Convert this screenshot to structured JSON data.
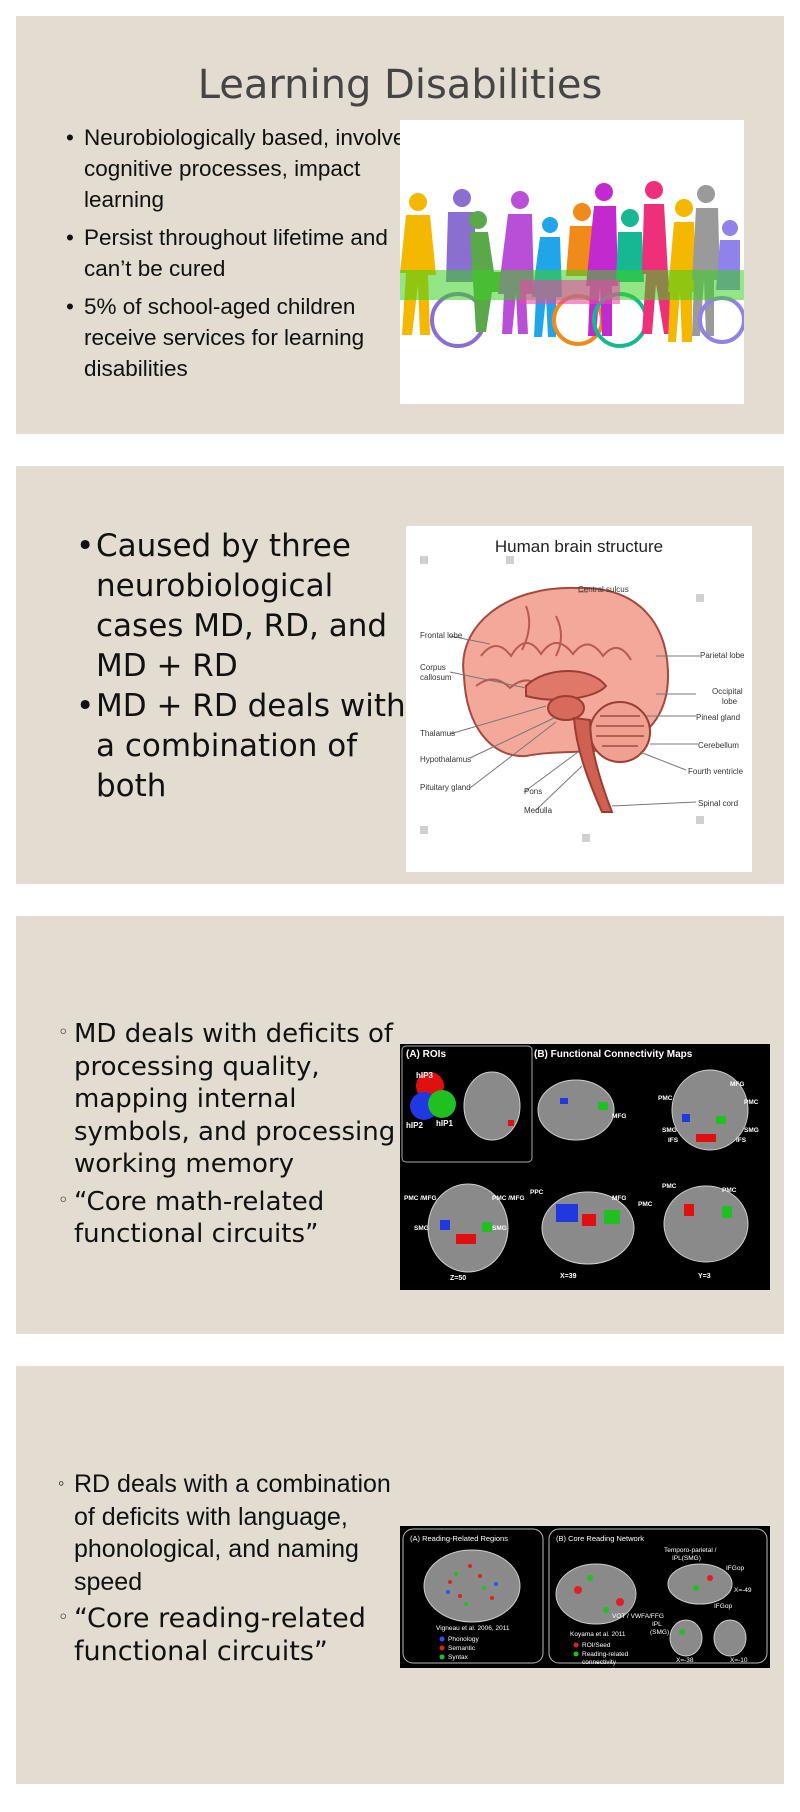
{
  "slides": [
    {
      "title": "Learning Disabilities",
      "bullets": [
        "Neurobiologically based, involve cognitive processes, impact learning",
        "Persist throughout lifetime and can’t be cured",
        "5% of school-aged children receive services for learning disabilities"
      ]
    },
    {
      "bullets": [
        "Caused by three neurobiological cases MD, RD, and MD + RD",
        "MD + RD deals with a combination of both"
      ],
      "image": {
        "title": "Human brain structure",
        "labels": {
          "central_sulcus": "Central sulcus",
          "frontal_lobe": "Frontal lobe",
          "corpus_callosum_1": "Corpus",
          "corpus_callosum_2": "callosum",
          "thalamus": "Thalamus",
          "hypothalamus": "Hypothalamus",
          "pituitary": "Pituitary gland",
          "pons": "Pons",
          "medulla": "Medulla",
          "parietal": "Parietal lobe",
          "occipital_1": "Occipital",
          "occipital_2": "lobe",
          "pineal": "Pineal gland",
          "cerebellum": "Cerebellum",
          "fourth": "Fourth ventricle",
          "spinal": "Spinal cord"
        }
      }
    },
    {
      "bullets": [
        "MD deals with deficits of processing quality, mapping internal symbols, and processing working memory",
        "“Core math-related functional circuits”"
      ],
      "image": {
        "panel_a": "(A) ROIs",
        "panel_b": "(B)  Functional Connectivity Maps",
        "rois": [
          "hIP3",
          "hIP2",
          "hIP1"
        ],
        "labels": [
          "MFG",
          "PMC",
          "PMC",
          "MFG",
          "SMG",
          "SMG",
          "IFS",
          "IFS",
          "PMC /MFG",
          "PMC /MFG",
          "SMG",
          "SMG",
          "PPC",
          "MFG",
          "PMC",
          "PMC",
          "PMC"
        ],
        "coords": [
          "Z=50",
          "X=39",
          "Y=3"
        ]
      }
    },
    {
      "bullets": [
        "RD deals with a combination of deficits with  language, phonological, and naming speed",
        "“Core reading-related functional circuits”"
      ],
      "image": {
        "panel_a": "(A) Reading-Related Regions",
        "panel_b": "(B) Core Reading Network",
        "cite_a": "Vigneau et al. 2006, 2011",
        "legend_a": [
          "Phonology",
          "Semantic",
          "Syntax"
        ],
        "cite_b": "Koyama et al. 2011",
        "legend_b": [
          "ROI/Seed",
          "Reading-related",
          "connectivity"
        ],
        "labels": [
          "Temporo-parietal /",
          "IPL(SMG)",
          "IFGop",
          "IFGop",
          "VOT / VWFA/FFG",
          "IPL",
          "(SMG)"
        ],
        "coords": [
          "X=-49",
          "X=-38",
          "X=-10"
        ]
      }
    }
  ],
  "colors": {
    "slide_bg": "#e3ddd1",
    "title": "#454545",
    "text": "#111111",
    "marker_red": "#ff2020",
    "marker_green": "#30d030",
    "marker_blue": "#3050ff"
  }
}
